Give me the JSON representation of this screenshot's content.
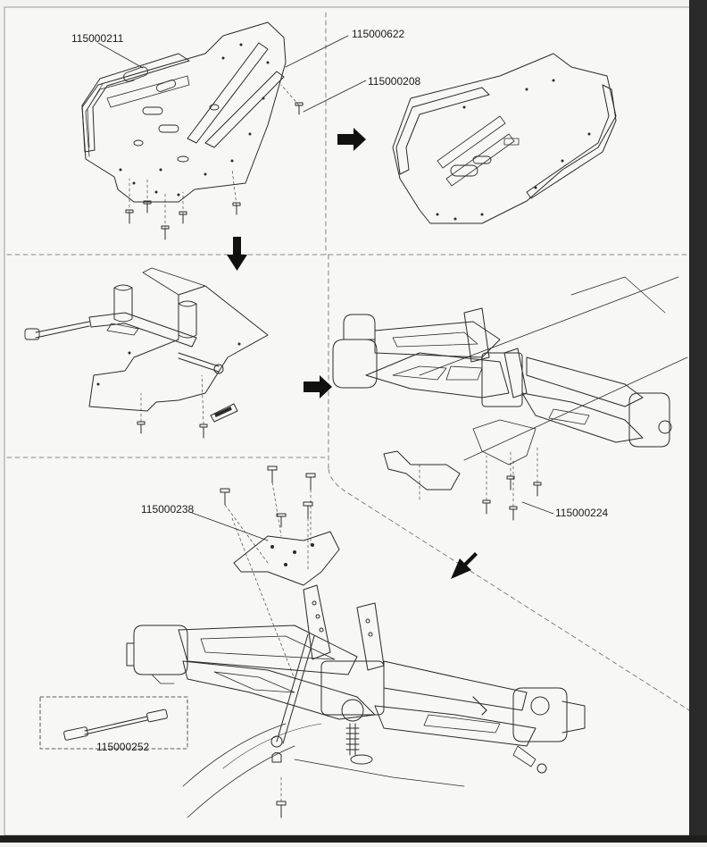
{
  "parts": {
    "p1": "115000211",
    "p2": "115000622",
    "p3": "115000208",
    "p4": "115000224",
    "p5": "115000238",
    "p6": "115000252"
  },
  "colors": {
    "paper": "#f7f7f5",
    "ink": "#2b2b2b",
    "frame": "#1e1e1e"
  },
  "icons": {
    "step_arrow": "arrow-icon",
    "screw": "screw-icon"
  }
}
